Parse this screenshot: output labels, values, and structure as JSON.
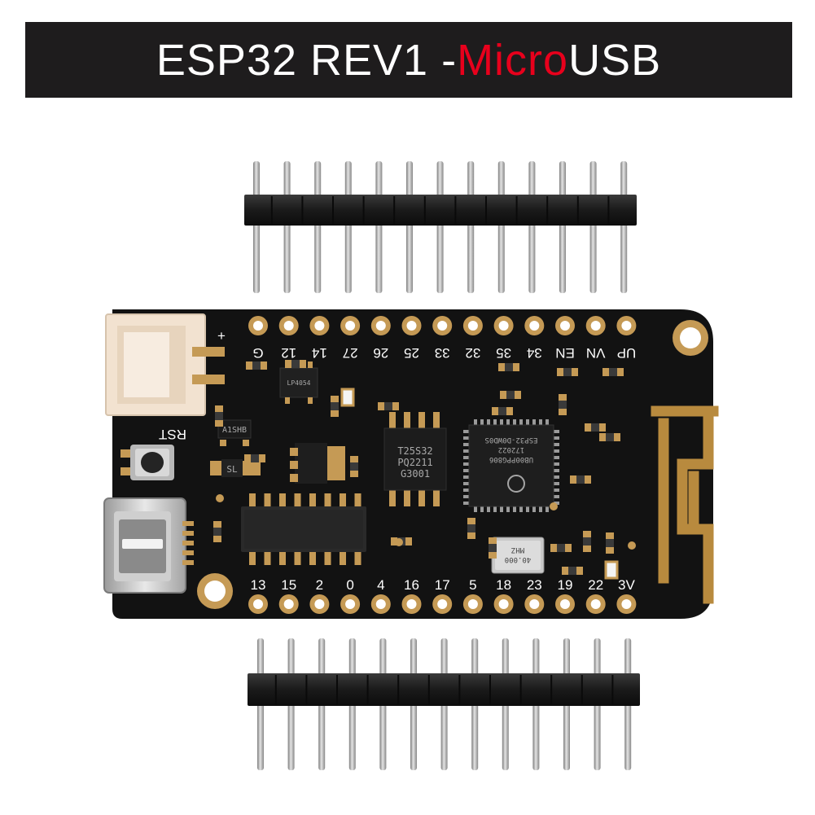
{
  "title": {
    "part1": "ESP32 REV1 - ",
    "part2": "Micro",
    "part3": " USB",
    "accent_color": "#e8001c",
    "text_color": "#ffffff",
    "bar_color": "#1e1c1d"
  },
  "board": {
    "top_pins": [
      "G",
      "12",
      "14",
      "27",
      "26",
      "25",
      "33",
      "32",
      "35",
      "34",
      "EN",
      "VN",
      "UP"
    ],
    "bottom_pins": [
      "13",
      "15",
      "2",
      "0",
      "4",
      "16",
      "17",
      "5",
      "18",
      "23",
      "19",
      "22",
      "3V"
    ],
    "rst_label": "RST",
    "plus_label": "+",
    "labels": {
      "ic1": "A1SHB",
      "ic2": "SL",
      "charger": "LP4054",
      "flash_line1": "T25S32",
      "flash_line2": "PQ2211",
      "flash_line3": "G3001",
      "esp_line1": "UB00PPG806",
      "esp_line2": "172022",
      "esp_line3": "ESP32-D0WD0S",
      "crystal_line1": "40.000",
      "crystal_line2": "MHZ"
    },
    "colors": {
      "pcb": "#121212",
      "gold": "#b88a3e",
      "pin": "#b4b4b4",
      "header": "#1c1c1c",
      "connector": "#f2e2d0"
    }
  }
}
